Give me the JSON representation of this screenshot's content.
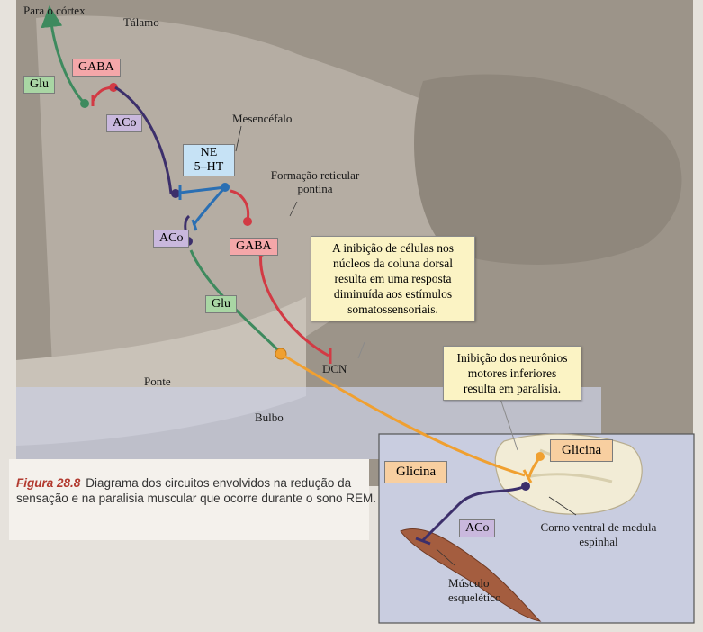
{
  "labels": {
    "cortex": "Para o córtex",
    "thalamus": "Tálamo",
    "midbrain": "Mesencéfalo",
    "pontine_reticular": "Formação reticular pontina",
    "pons": "Ponte",
    "medulla": "Bulbo",
    "dcn": "DCN",
    "ventral_horn": "Corno ventral de medula espinhal",
    "skeletal_muscle": "Músculo esquelético"
  },
  "tags": {
    "glu_top": "Glu",
    "gaba_top": "GABA",
    "aco_left": "ACo",
    "ne": "NE",
    "ht": "5–HT",
    "aco_mid": "ACo",
    "gaba_mid": "GABA",
    "glu_mid": "Glu",
    "glycine_left": "Glicina",
    "glycine_right": "Glicina",
    "aco_spinal": "ACo"
  },
  "callouts": {
    "dorsal_column": "A inibição de células nos núcleos da coluna dorsal resulta em uma resposta diminuída aos estímulos somatossensoriais.",
    "motor_neurons": "Inibição dos neurônios motores inferiores resulta em paralisia."
  },
  "caption": {
    "figure": "Figura 28.8",
    "text": "Diagrama dos circuitos envolvidos na redução da sensação e na paralisia muscular que ocorre durante o sono REM."
  },
  "colors": {
    "glu": "#3e8a5e",
    "gaba": "#d23a44",
    "aco": "#3c2f6b",
    "ne": "#2a6fb3",
    "glycine": "#f0a030"
  }
}
